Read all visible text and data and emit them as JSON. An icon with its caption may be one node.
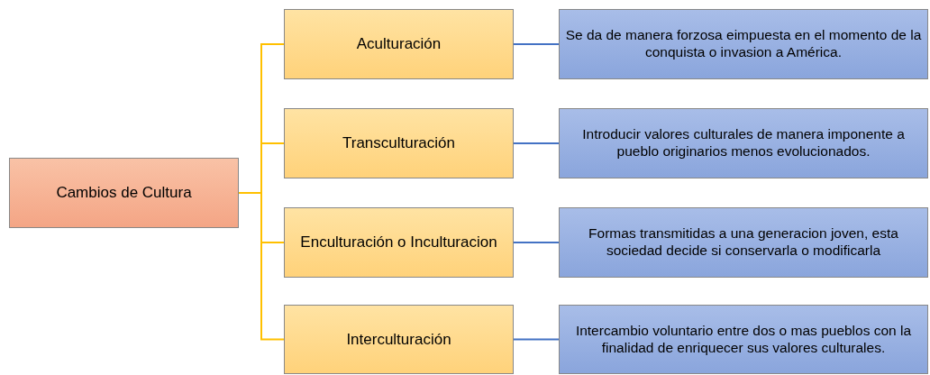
{
  "diagram": {
    "nodes": [
      {
        "text": [
          "Cambios de Cultura"
        ]
      },
      {
        "text": [
          "Aculturación"
        ]
      },
      {
        "text": [
          "Se da de manera forzosa eimpuesta en el momento de la conquista o invasion a América."
        ]
      },
      {
        "text": [
          "Transculturación"
        ]
      },
      {
        "text": [
          "Introducir valores culturales de manera imponente a pueblo originarios menos evolucionados."
        ]
      },
      {
        "text": [
          "Enculturación o Inculturacion"
        ]
      },
      {
        "text": [
          "Formas transmitidas a una generacion joven, esta sociedad decide si conservarla o modificarla"
        ]
      },
      {
        "text": [
          "Interculturación"
        ]
      },
      {
        "text": [
          "Intercambio voluntario entre dos o mas pueblos con la finalidad de enriquecer sus valores culturales."
        ]
      }
    ],
    "edges": [
      {
        "from": 0,
        "to": 1,
        "arrow": "none",
        "color": "#ffc000"
      },
      {
        "from": 0,
        "to": 3,
        "arrow": "none",
        "color": "#ffc000"
      },
      {
        "from": 0,
        "to": 5,
        "arrow": "none",
        "color": "#ffc000"
      },
      {
        "from": 0,
        "to": 7,
        "arrow": "none",
        "color": "#ffc000"
      },
      {
        "from": 1,
        "to": 2,
        "arrow": "none",
        "color": "#4472c4"
      },
      {
        "from": 3,
        "to": 4,
        "arrow": "none",
        "color": "#4472c4"
      },
      {
        "from": 5,
        "to": 6,
        "arrow": "none",
        "color": "#4472c4"
      },
      {
        "from": 7,
        "to": 8,
        "arrow": "none",
        "color": "#4472c4"
      }
    ]
  }
}
